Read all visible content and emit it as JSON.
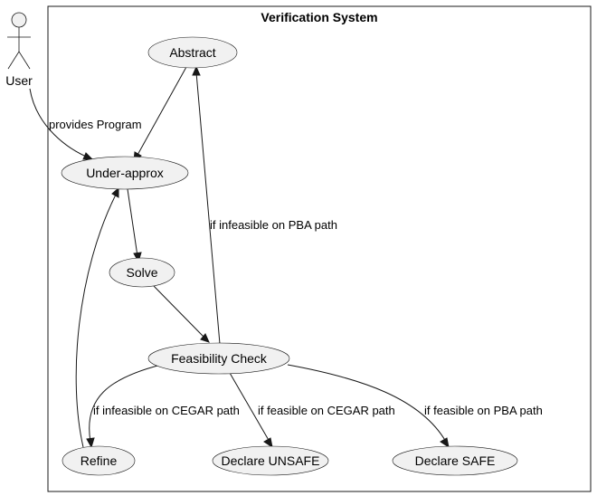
{
  "system": {
    "title": "Verification System"
  },
  "actor": {
    "name": "User",
    "icon": "stick-figure-icon"
  },
  "use_cases": {
    "abstract": "Abstract",
    "under_approx": "Under-approx",
    "solve": "Solve",
    "feasibility_check": "Feasibility Check",
    "refine": "Refine",
    "declare_unsafe": "Declare UNSAFE",
    "declare_safe": "Declare SAFE"
  },
  "edges": {
    "user_to_under_approx": "provides Program",
    "feasibility_to_abstract": "if infeasible on PBA path",
    "feasibility_to_refine": "if infeasible on CEGAR path",
    "feasibility_to_unsafe": "if feasible on CEGAR path",
    "feasibility_to_safe": "if feasible on PBA path"
  },
  "colors": {
    "node_fill": "#f1f1f1",
    "stroke": "#181818",
    "background": "#ffffff"
  }
}
